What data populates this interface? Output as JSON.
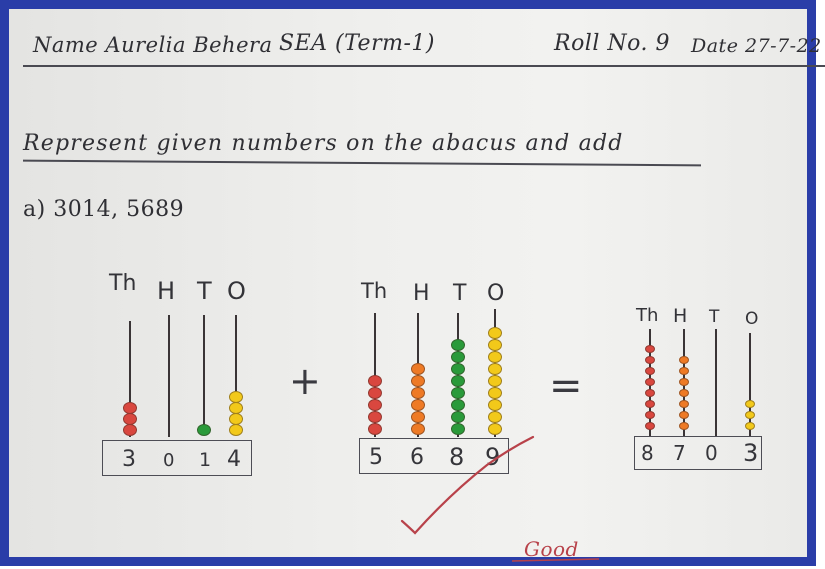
{
  "header": {
    "name": "Name Aurelia Behera",
    "exam": "SEA (Term-1)",
    "roll": "Roll No. 9",
    "date": "Date 27-7-22"
  },
  "instruction": "Represent given numbers on the abacus and add",
  "question": "a) 3014, 5689",
  "abacus_1": {
    "places": [
      "Th",
      "H",
      "T",
      "O"
    ],
    "digits": [
      "3",
      "0",
      "1",
      "4"
    ],
    "bead_counts": [
      3,
      0,
      1,
      4
    ],
    "bead_colors": [
      "#d9473f",
      "#d9473f",
      "#2a9a3a",
      "#f2c91a"
    ]
  },
  "operator_plus": "+",
  "abacus_2": {
    "places": [
      "Th",
      "H",
      "T",
      "O"
    ],
    "digits": [
      "5",
      "6",
      "8",
      "9"
    ],
    "bead_counts": [
      5,
      6,
      8,
      9
    ],
    "bead_colors": [
      "#d9473f",
      "#ee7a25",
      "#2a9a3a",
      "#f2c91a"
    ]
  },
  "operator_equals": "=",
  "abacus_3": {
    "places": [
      "Th",
      "H",
      "T",
      "O"
    ],
    "digits": [
      "8",
      "7",
      "0",
      "3"
    ],
    "bead_counts": [
      8,
      7,
      0,
      3
    ],
    "bead_colors": [
      "#d9473f",
      "#ee7a25",
      "#2a9a3a",
      "#f2c91a"
    ]
  },
  "remark": "Good"
}
